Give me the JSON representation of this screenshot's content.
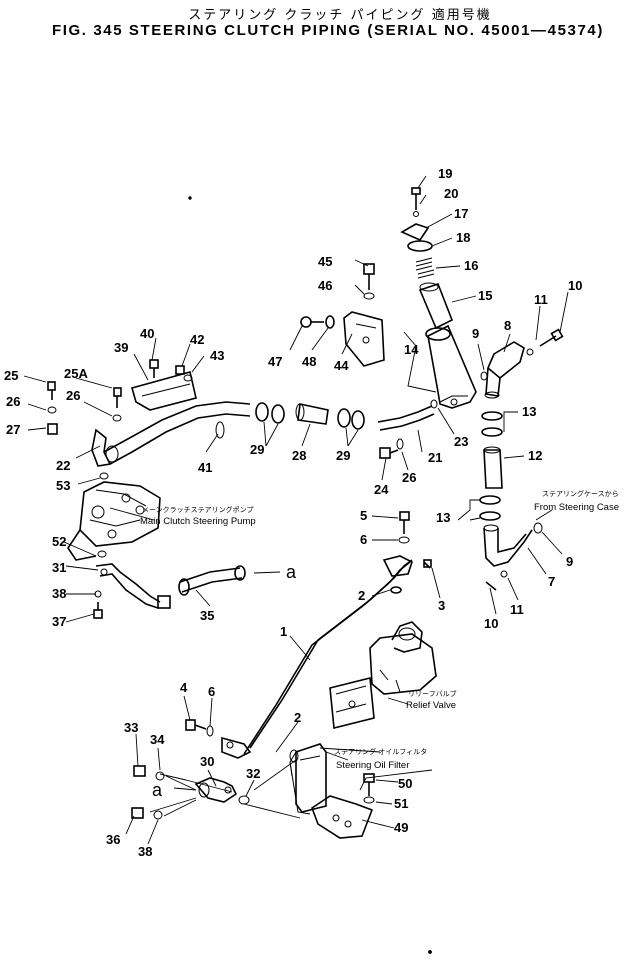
{
  "header": {
    "title_jp": "ステアリング クラッチ パイピング 適用号機",
    "title_en": "FIG. 345  STEERING  CLUTCH  PIPING (SERIAL  NO. 45001—45374)"
  },
  "captions": {
    "pump_jp": "メーンクラッチステアリングポンプ",
    "pump_en": "Main Clutch Steering Pump",
    "relief_jp": "リリーフバルブ",
    "relief_en": "Relief  Valve",
    "filter_jp": "ステアリング オイルフィルタ",
    "filter_en": "Steering Oil Filter",
    "case_jp": "ステアリングケースから",
    "case_en": "From Steering Case"
  },
  "ref_letter": "a",
  "callouts": {
    "c19": "19",
    "c20": "20",
    "c17": "17",
    "c18": "18",
    "c16": "16",
    "c15": "15",
    "c45": "45",
    "c46": "46",
    "c47": "47",
    "c48": "48",
    "c44": "44",
    "c14": "14",
    "c9a": "9",
    "c8": "8",
    "c11a": "11",
    "c10a": "10",
    "c13a": "13",
    "c12": "12",
    "c40": "40",
    "c42": "42",
    "c43": "43",
    "c39": "39",
    "c25": "25",
    "c25a": "25A",
    "c26a": "26",
    "c26b": "26",
    "c27": "27",
    "c22": "22",
    "c53": "53",
    "c41": "41",
    "c29a": "29",
    "c28": "28",
    "c29b": "29",
    "c23": "23",
    "c21": "21",
    "c24": "24",
    "c26c": "26",
    "c13b": "13",
    "c9b": "9",
    "c7": "7",
    "c11b": "11",
    "c10b": "10",
    "c5": "5",
    "c6a": "6",
    "c2a": "2",
    "c3": "3",
    "c52": "52",
    "c31": "31",
    "c38a": "38",
    "c37": "37",
    "c35": "35",
    "c1": "1",
    "c4": "4",
    "c6b": "6",
    "c2b": "2",
    "c33": "33",
    "c34": "34",
    "c30": "30",
    "c32": "32",
    "c50": "50",
    "c51": "51",
    "c49": "49",
    "c36": "36",
    "c38b": "38"
  }
}
